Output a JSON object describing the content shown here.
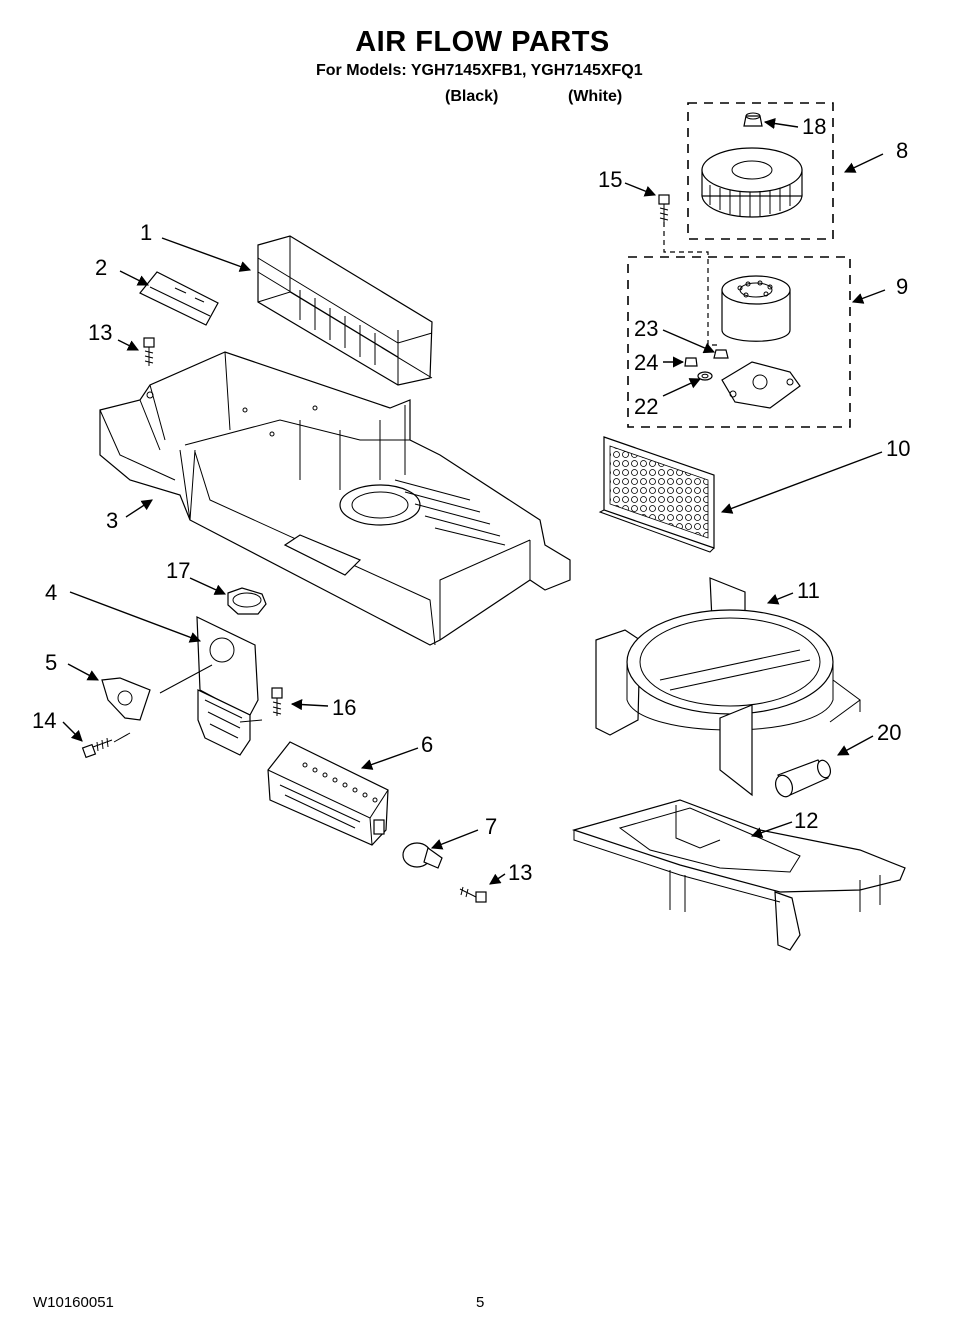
{
  "title": "AIR FLOW PARTS",
  "subtitle": "For Models: YGH7145XFB1, YGH7145XFQ1",
  "variants": [
    "(Black)",
    "(White)"
  ],
  "callouts": [
    "1",
    "2",
    "3",
    "4",
    "5",
    "6",
    "7",
    "8",
    "9",
    "10",
    "11",
    "12",
    "13",
    "13",
    "14",
    "15",
    "16",
    "17",
    "18",
    "20",
    "22",
    "23",
    "24"
  ],
  "footer": {
    "doc_number": "W10160051",
    "page_number": "5"
  }
}
